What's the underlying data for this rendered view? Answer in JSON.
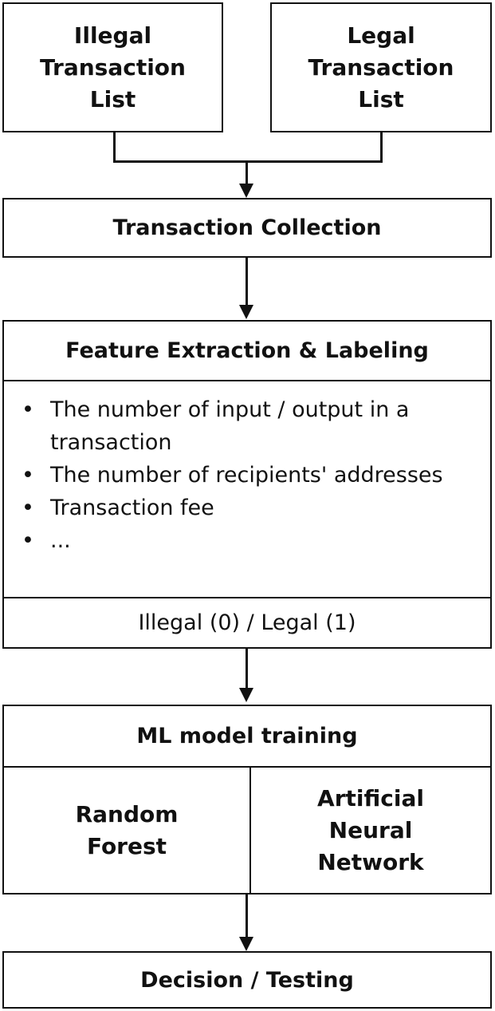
{
  "nodes": {
    "illegal_list": "Illegal Transaction List",
    "legal_list": "Legal Transaction List",
    "collection": "Transaction Collection",
    "feature_title": "Feature Extraction & Labeling",
    "features": [
      "The number of input / output in a transaction",
      "The number of recipients' addresses",
      "Transaction fee",
      "..."
    ],
    "label_row": "Illegal (0) / Legal (1)",
    "training_title": "ML model training",
    "model_rf": "Random Forest",
    "model_ann": "Artificial Neural Network",
    "decision": "Decision / Testing"
  },
  "bullet_glyph": "•",
  "colors": {
    "stroke": "#111111",
    "background": "#ffffff"
  }
}
